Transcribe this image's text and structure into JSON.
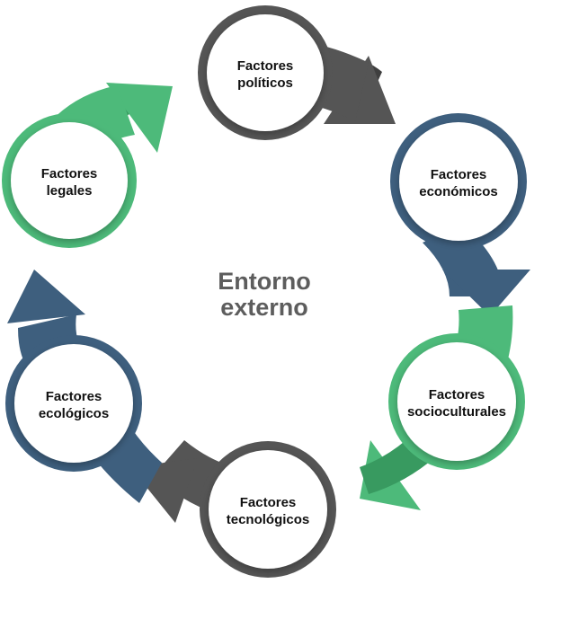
{
  "center": {
    "line1": "Entorno",
    "line2": "externo"
  },
  "colors": {
    "gray": "#555555",
    "blue": "#3e5f7e",
    "green": "#4dba7a",
    "gray_dark": "#3f3f3f",
    "blue_dark": "#2e4a63",
    "green_dark": "#389a60"
  },
  "nodes": [
    {
      "id": "politicos",
      "line1": "Factores",
      "line2": "políticos",
      "color": "gray"
    },
    {
      "id": "economicos",
      "line1": "Factores",
      "line2": "económicos",
      "color": "blue"
    },
    {
      "id": "socioculturales",
      "line1": "Factores",
      "line2": "socioculturales",
      "color": "green"
    },
    {
      "id": "tecnologicos",
      "line1": "Factores",
      "line2": "tecnológicos",
      "color": "gray"
    },
    {
      "id": "ecologicos",
      "line1": "Factores",
      "line2": "ecológicos",
      "color": "blue"
    },
    {
      "id": "legales",
      "line1": "Factores",
      "line2": "legales",
      "color": "green"
    }
  ]
}
